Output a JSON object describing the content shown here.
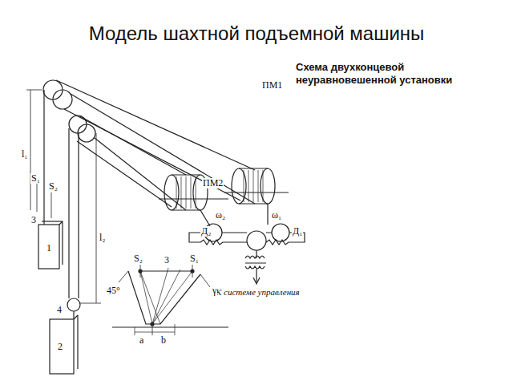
{
  "diagram": {
    "title": "Модель шахтной подъемной машины",
    "labels": [
      "Схема двухконцевой неуравновешенной установки",
      "l₁",
      "S₁",
      "S₂",
      "3",
      "1",
      "4",
      "2",
      "l₂",
      "ПМ1",
      "ПМ2",
      "ω₂",
      "Д₂",
      "ω₁",
      "Д₁",
      "К системе управления",
      "S₂",
      "3",
      "S₁",
      "γ",
      "45°",
      "a",
      "b"
    ]
  }
}
